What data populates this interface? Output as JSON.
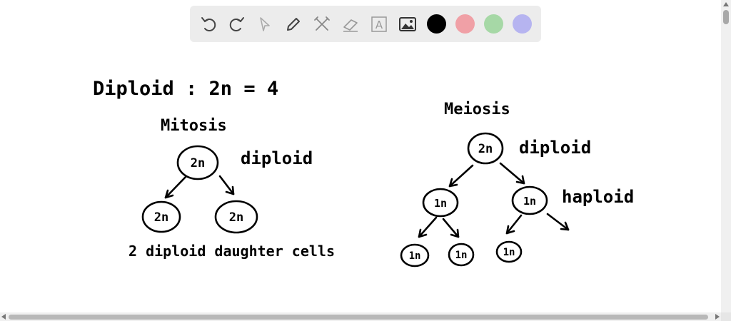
{
  "toolbar": {
    "tools": [
      {
        "name": "undo-icon"
      },
      {
        "name": "redo-icon"
      },
      {
        "name": "pointer-icon"
      },
      {
        "name": "pen-icon"
      },
      {
        "name": "tools-icon"
      },
      {
        "name": "eraser-icon"
      },
      {
        "name": "text-icon",
        "glyph": "A"
      },
      {
        "name": "image-icon"
      }
    ],
    "colors": [
      "#000000",
      "#f0a0a6",
      "#a6d8a6",
      "#b6b4f0"
    ]
  },
  "whiteboard": {
    "header": "Diploid : 2n = 4",
    "mitosis": {
      "title": "Mitosis",
      "parent": "2n",
      "parent_label": "diploid",
      "children": [
        "2n",
        "2n"
      ],
      "caption": "2 diploid daughter cells"
    },
    "meiosis": {
      "title": "Meiosis",
      "parent": "2n",
      "parent_label": "diploid",
      "level1": [
        "1n",
        "1n"
      ],
      "level1_label": "haploid",
      "level2": [
        "1n",
        "1n",
        "1n"
      ]
    }
  }
}
